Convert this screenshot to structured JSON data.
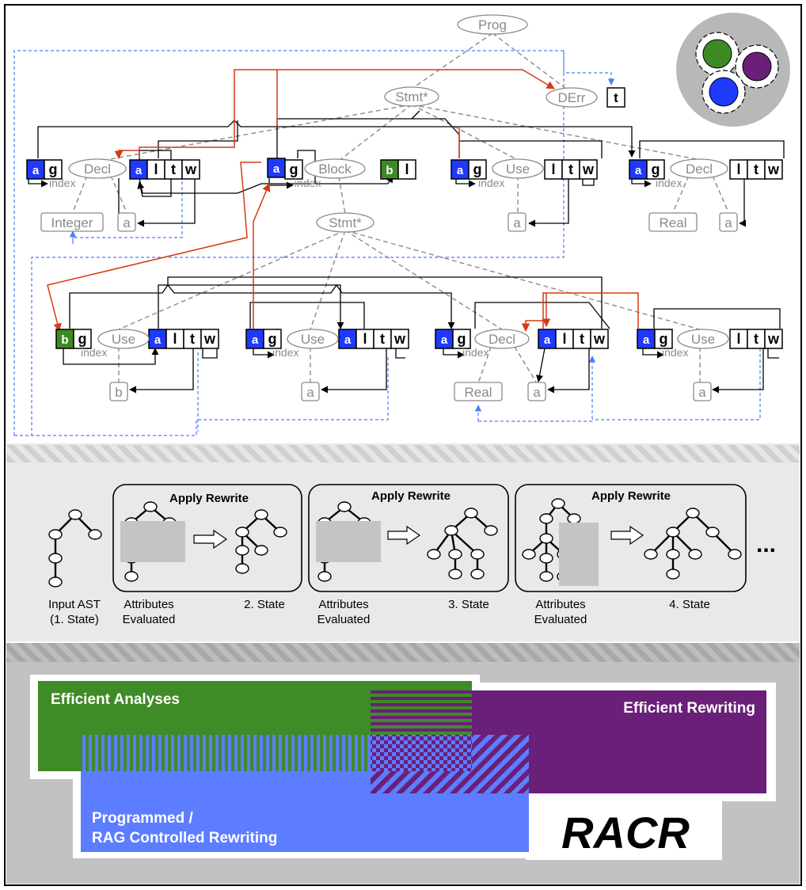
{
  "ast": {
    "nodes": {
      "prog": "Prog",
      "stmt_top": "Stmt*",
      "derr": "DErr",
      "derr_attr": "t",
      "decl1": "Decl",
      "block": "Block",
      "use1": "Use",
      "decl2": "Decl",
      "stmt_inner": "Stmt*",
      "use2": "Use",
      "use3": "Use",
      "decl3": "Decl",
      "use4": "Use"
    },
    "leaves": {
      "integer": "Integer",
      "a1": "a",
      "a2": "a",
      "real1": "Real",
      "a3": "a",
      "b1": "b",
      "a4": "a",
      "real2": "Real",
      "a5": "a",
      "a6": "a"
    },
    "index_label": "index",
    "attr": {
      "a": "a",
      "b": "b",
      "g": "g",
      "l": "l",
      "t": "t",
      "w": "w"
    }
  },
  "process": {
    "input_label": [
      "Input AST",
      "(1. State)"
    ],
    "steps": [
      {
        "title": "Apply Rewrite",
        "attr_label": [
          "Attributes",
          "Evaluated"
        ],
        "state_label": "2. State"
      },
      {
        "title": "Apply Rewrite",
        "attr_label": [
          "Attributes",
          "Evaluated"
        ],
        "state_label": "3. State"
      },
      {
        "title": "Apply Rewrite",
        "attr_label": [
          "Attributes",
          "Evaluated"
        ],
        "state_label": "4. State"
      }
    ],
    "ellipsis": "..."
  },
  "bottom": {
    "analyses": "Efficient Analyses",
    "rewriting": "Efficient Rewriting",
    "programmed": [
      "Programmed /",
      "RAG Controlled Rewriting"
    ],
    "racr": "RACR"
  },
  "colors": {
    "attr_blue": "#1f39ff",
    "attr_green": "#3d8a24",
    "red_arrow": "#d63a14",
    "dashed_blue": "#4a7dff",
    "gray_node": "#8a8a8a",
    "analyses_green": "#3f8b27",
    "rewriting_purple": "#6a1f78",
    "programmed_blue": "#5c7dff"
  }
}
